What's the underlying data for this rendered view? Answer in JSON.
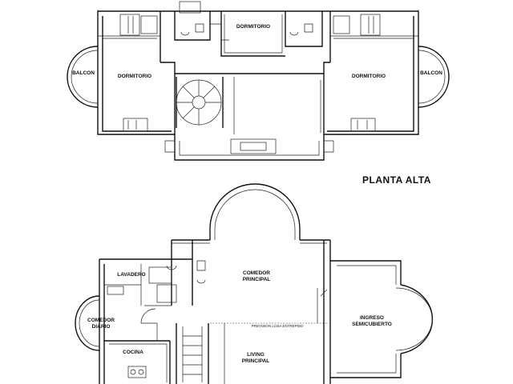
{
  "upper_floor": {
    "title": "PLANTA ALTA",
    "rooms": {
      "dorm_center": "DORMITORIO",
      "dorm_left": "DORMITORIO",
      "dorm_right": "DORMITORIO",
      "balcon_left": "BALCON",
      "balcon_right": "BALCON"
    }
  },
  "lower_floor": {
    "rooms": {
      "lavadero": "LAVADERO",
      "comedor_diario_1": "COMEDOR",
      "comedor_diario_2": "DIARIO",
      "cocina": "COCINA",
      "comedor_principal_1": "COMEDOR",
      "comedor_principal_2": "PRINCIPAL",
      "living_1": "LIVING",
      "living_2": "PRINCIPAL",
      "ingreso_1": "INGRESO",
      "ingreso_2": "SEMICUBIERTO"
    },
    "notes": {
      "prevision": "PREVISION LOSA ENTREPISO"
    }
  }
}
